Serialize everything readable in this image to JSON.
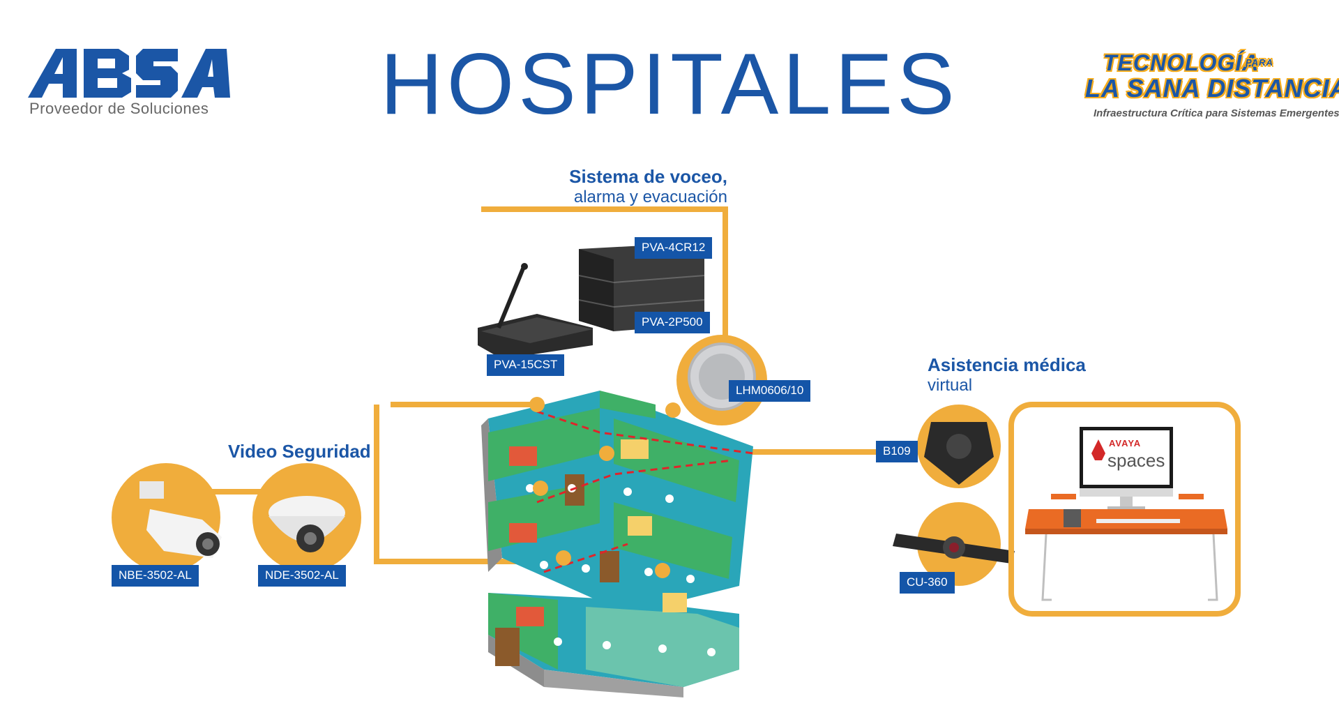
{
  "header": {
    "title": "HOSPITALES",
    "left_logo": {
      "wordmark": "ABSA",
      "tagline": "Proveedor de Soluciones"
    },
    "right_logo": {
      "line1": "TECNOLOGÍA",
      "line1_small": "PARA",
      "line2": "LA SANA DISTANCIA",
      "line3": "Infraestructura Crítica para Sistemas Emergentes"
    }
  },
  "sections": {
    "voceo": {
      "title": "Sistema de voceo,",
      "subtitle": "alarma y evacuación"
    },
    "video": {
      "title": "Video Seguridad"
    },
    "asistencia": {
      "title": "Asistencia médica",
      "subtitle": "virtual"
    }
  },
  "devices": {
    "pva_4cr12": "PVA-4CR12",
    "pva_2p500": "PVA-2P500",
    "pva_15cst": "PVA-15CST",
    "lhm0606": "LHM0606/10",
    "nbe_3502": "NBE-3502-AL",
    "nde_3502": "NDE-3502-AL",
    "b109": "B109",
    "cu_360": "CU-360"
  },
  "screen": {
    "brand": "AVAYA",
    "product": "spaces"
  },
  "colors": {
    "blue": "#1b56a6",
    "label_blue": "#1455a8",
    "orange": "#f0ad3c",
    "teal": "#1ea5b8",
    "green": "#3fb067"
  }
}
